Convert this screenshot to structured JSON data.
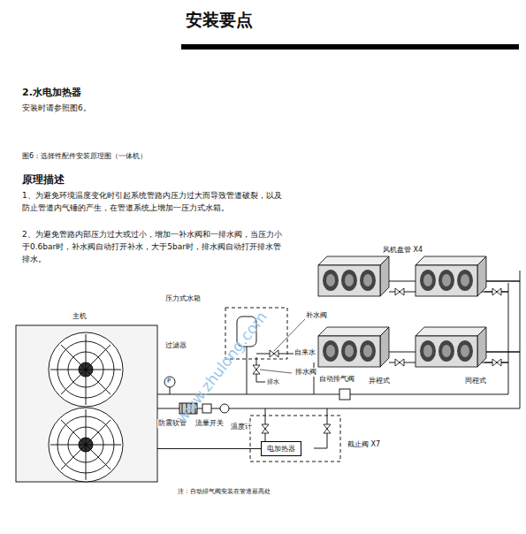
{
  "diagram": {
    "title": "安装要点",
    "nodes": [
      {
        "text": [
          "主机"
        ]
      },
      {
        "text": [
          "电加热器"
        ]
      }
    ],
    "edges": [
      {
        "from": 0,
        "to": 1,
        "arrow": "none"
      }
    ],
    "labels": [
      "2.水电加热器",
      "安装时请参照图6。",
      "图6：选择性配件安装原理图（一体机）",
      "原理描述",
      "1、为避免环境温度变化时引起系统管路内压力过大而导致管道破裂，以及防止管道内气锤的产生，在管道系统上增加一压力式水箱。",
      "2、为避免管路内部压力过大或过小，增加一补水阀和一排水阀，当压力小于0.6bar时，补水阀自动打开补水，大于5bar时，排水阀自动打开排水管排水。",
      "风机盘管 X4",
      "压力式水箱",
      "补水阀",
      "自来水",
      "排水阀",
      "排水",
      "过滤器",
      "P",
      "防震软管",
      "流量开关",
      "温度计",
      "自动排气阀",
      "异程式",
      "同程式",
      "截止阀 X7",
      "注：自动排气阀安装在管道最高处",
      "www.zhulong.com"
    ]
  }
}
